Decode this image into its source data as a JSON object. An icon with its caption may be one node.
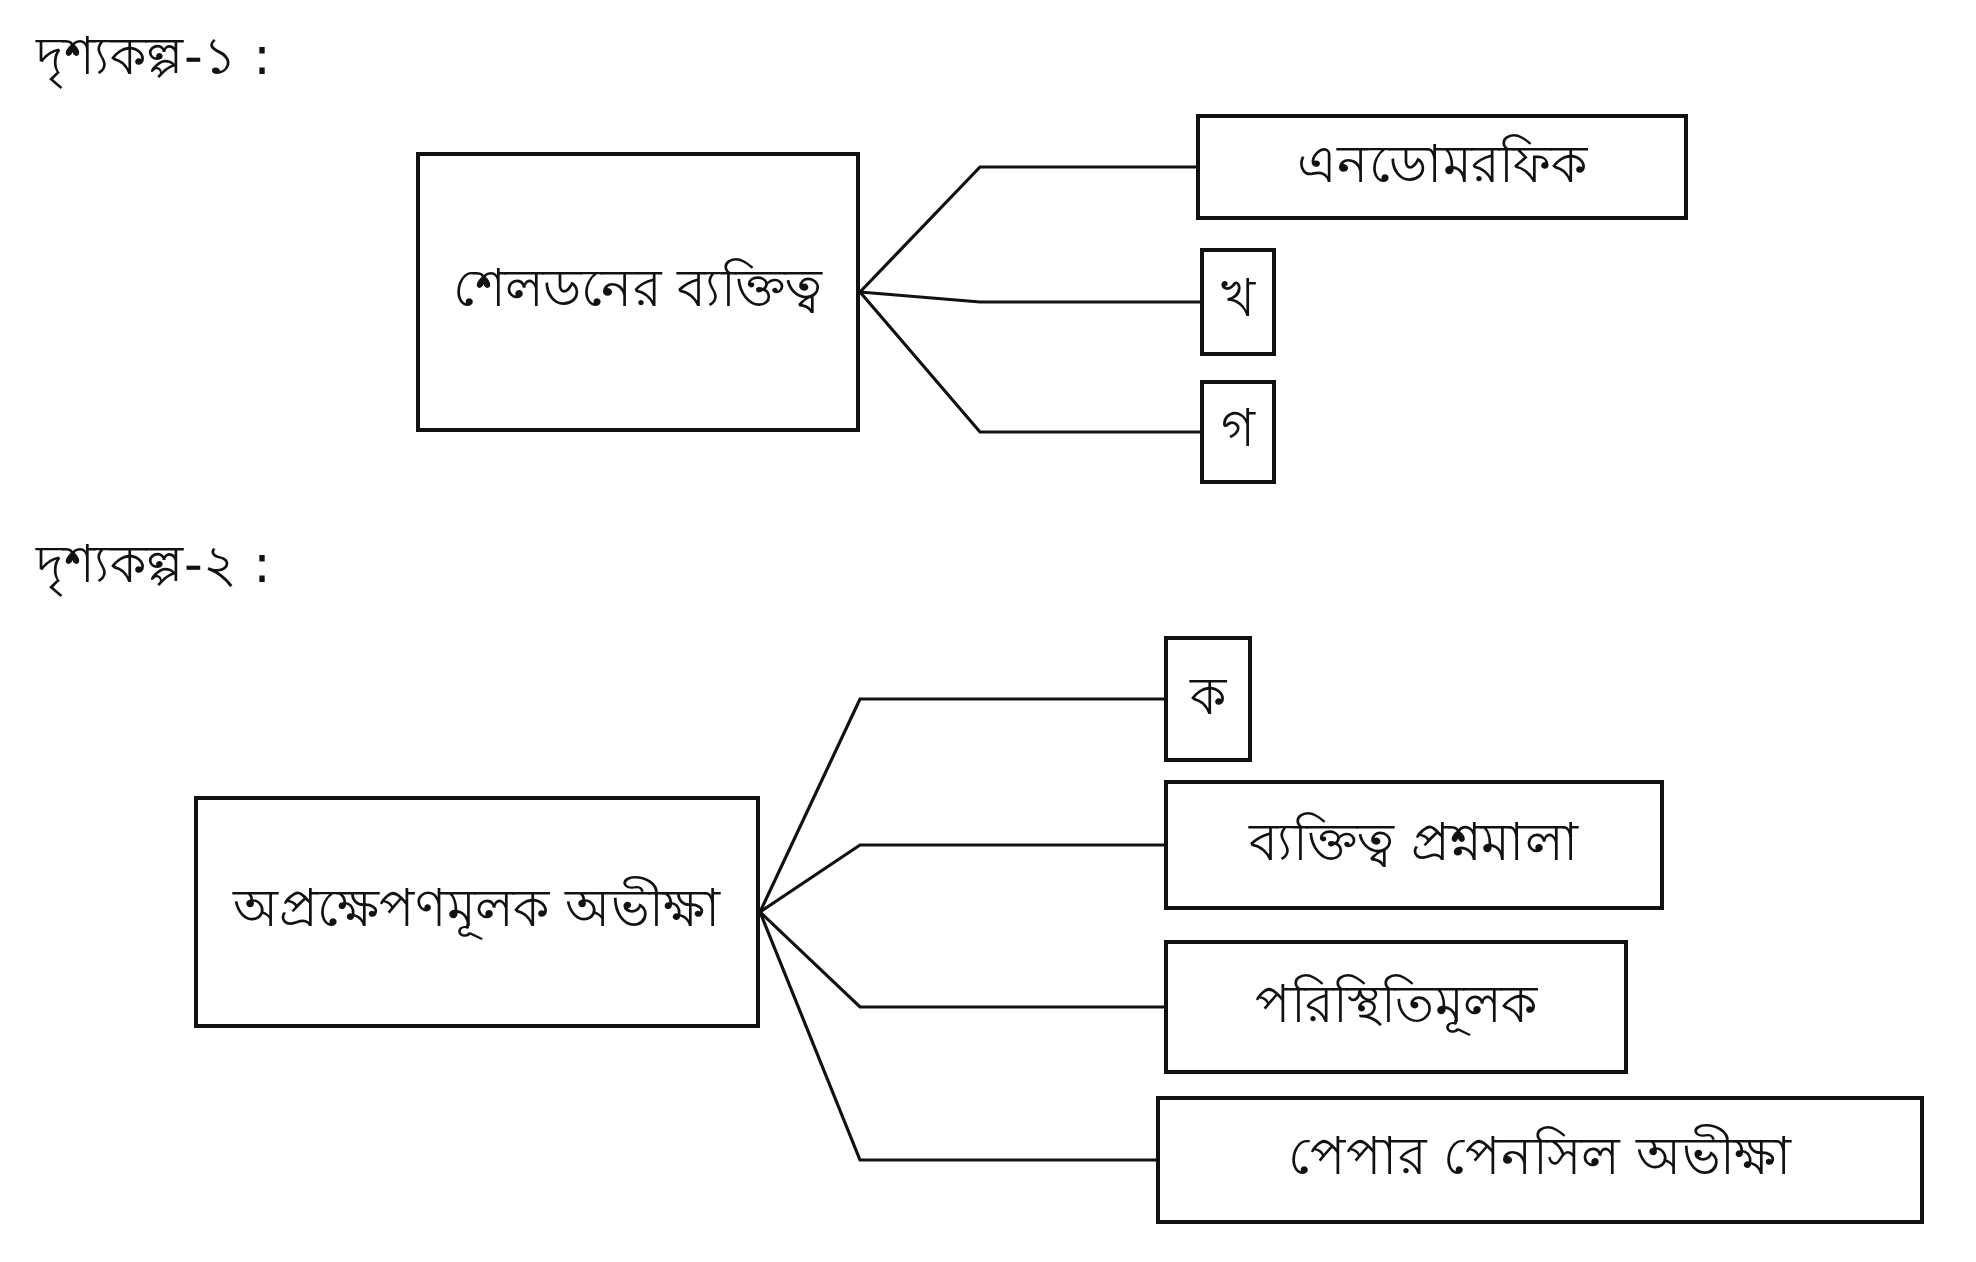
{
  "diagram": {
    "nodes": [
      {
        "text": [
          "শেলডনের ব্যক্তিত্ব"
        ]
      },
      {
        "text": [
          "এনডোমরফিক"
        ]
      },
      {
        "text": [
          "খ"
        ]
      },
      {
        "text": [
          "গ"
        ]
      },
      {
        "text": [
          "অপ্রক্ষেপণমূলক অভীক্ষা"
        ]
      },
      {
        "text": [
          "ক"
        ]
      },
      {
        "text": [
          "ব্যক্তিত্ব প্রশ্নমালা"
        ]
      },
      {
        "text": [
          "পরিস্থিতিমূলক"
        ]
      },
      {
        "text": [
          "পেপার পেনসিল অভীক্ষা"
        ]
      }
    ],
    "edges": [
      {
        "from": 0,
        "to": 1,
        "arrow": "none"
      },
      {
        "from": 0,
        "to": 2,
        "arrow": "none"
      },
      {
        "from": 0,
        "to": 3,
        "arrow": "none"
      },
      {
        "from": 4,
        "to": 5,
        "arrow": "none"
      },
      {
        "from": 4,
        "to": 6,
        "arrow": "none"
      },
      {
        "from": 4,
        "to": 7,
        "arrow": "none"
      },
      {
        "from": 4,
        "to": 8,
        "arrow": "none"
      }
    ],
    "labels": [
      "দৃশ্যকল্প-১ :",
      "দৃশ্যকল্প-২ :"
    ]
  }
}
